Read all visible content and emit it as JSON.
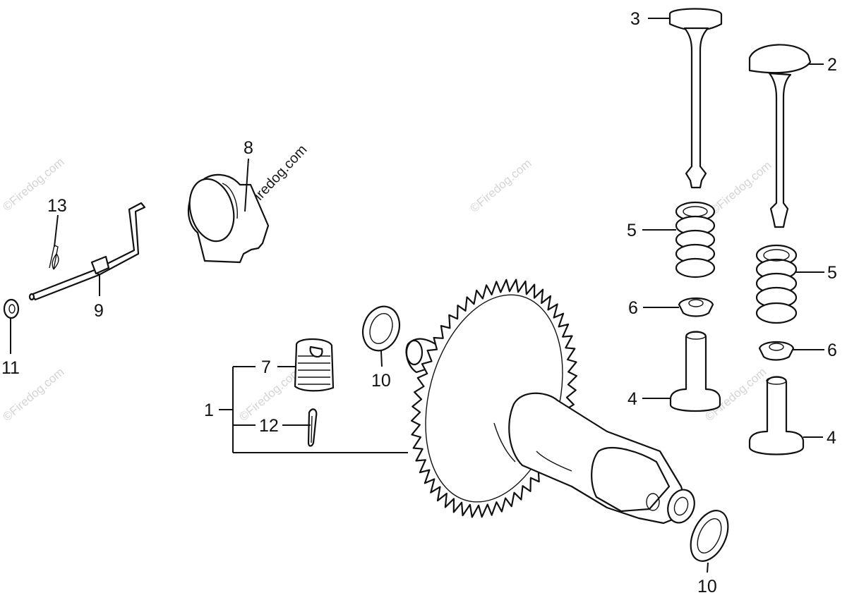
{
  "watermark": "©Firedog.com",
  "callouts": {
    "c1": "1",
    "c2": "2",
    "c3": "3",
    "c4a": "4",
    "c4b": "4",
    "c5a": "5",
    "c5b": "5",
    "c6a": "6",
    "c6b": "6",
    "c7": "7",
    "c8": "8",
    "c9": "9",
    "c10a": "10",
    "c10b": "10",
    "c11": "11",
    "c12": "12",
    "c13": "13"
  }
}
